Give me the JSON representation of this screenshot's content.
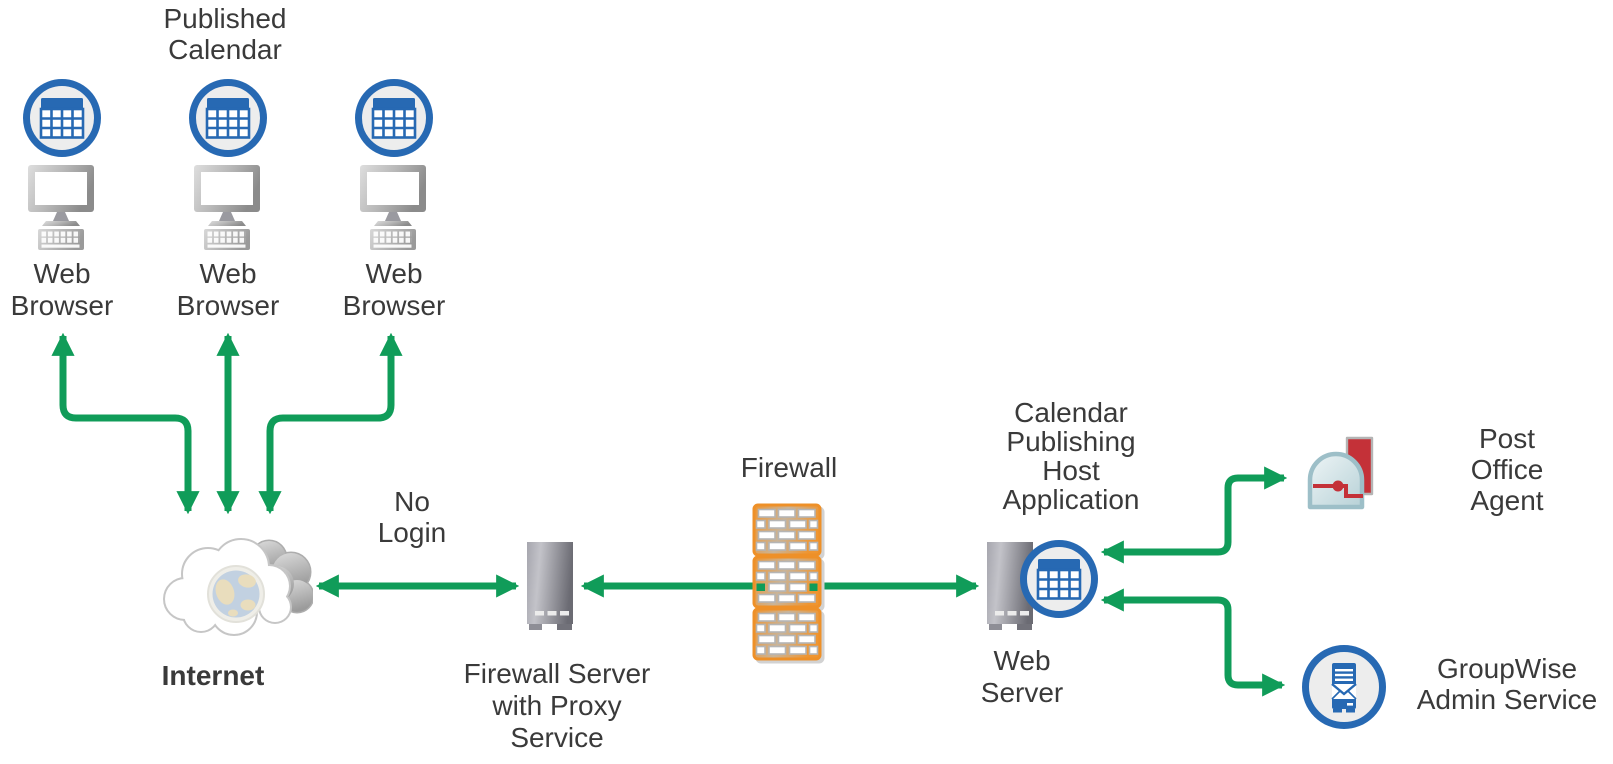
{
  "colors": {
    "green": "#109c59",
    "blue": "#2769b3",
    "orange": "#ef9831",
    "text": "#3a3a3a"
  },
  "title": "Published\nCalendar",
  "browsers": [
    {
      "label": "Web\nBrowser"
    },
    {
      "label": "Web\nBrowser"
    },
    {
      "label": "Web\nBrowser"
    }
  ],
  "internet": {
    "label": "Internet"
  },
  "no_login": {
    "label": "No\nLogin"
  },
  "firewall_server": {
    "label": "Firewall Server\nwith Proxy\nService"
  },
  "firewall": {
    "label": "Firewall"
  },
  "web_server": {
    "label": "Web\nServer",
    "app_label": "Calendar\nPublishing\nHost\nApplication"
  },
  "post_office_agent": {
    "label": "Post\nOffice\nAgent"
  },
  "groupwise_admin": {
    "label": "GroupWise\nAdmin Service"
  },
  "icons": {
    "published_calendar": "calendar-icon",
    "web_browser": "computer-icon",
    "internet": "cloud-globe-icon",
    "firewall_server": "server-tower-icon",
    "firewall": "brick-wall-icon",
    "web_server": "server-tower-icon + calendar-badge-icon",
    "post_office_agent": "mailbox-icon",
    "groupwise_admin": "admin-server-icon"
  }
}
